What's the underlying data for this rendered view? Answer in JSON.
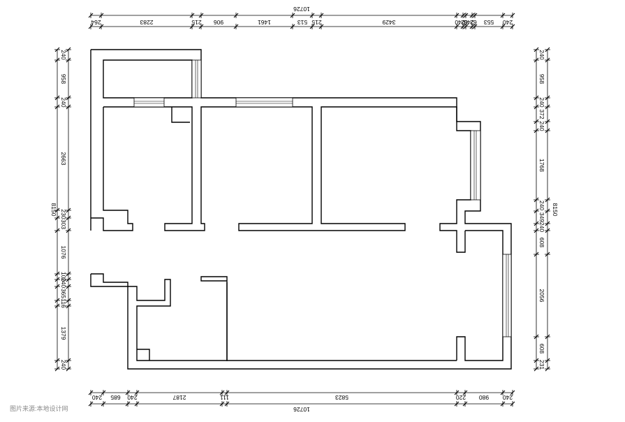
{
  "dimensions": {
    "top_total": "10726",
    "top": [
      "264",
      "2283",
      "215",
      "906",
      "1461",
      "513",
      "215",
      "3429",
      "240",
      "62",
      "240",
      "62",
      "553",
      "240"
    ],
    "bottom_total": "10726",
    "bottom": [
      "240",
      "685",
      "240",
      "2187",
      "111",
      "5823",
      "220",
      "980",
      "240"
    ],
    "left_total": "8150",
    "left": [
      "240",
      "958",
      "240",
      "2663",
      "230",
      "303",
      "1076",
      "100",
      "240",
      "365",
      "116",
      "1379",
      "240"
    ],
    "right_total": "8150",
    "right": [
      "240",
      "958",
      "240",
      "372",
      "240",
      "1768",
      "240",
      "349",
      "240",
      "608",
      "2056",
      "608",
      "231"
    ]
  },
  "watermark": "图片来源:本地设计网"
}
